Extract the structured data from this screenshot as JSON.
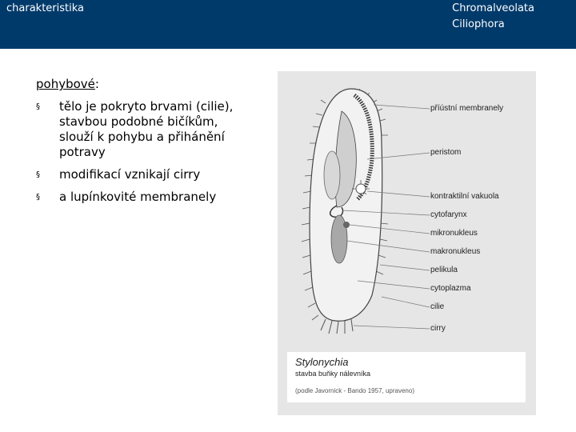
{
  "header": {
    "left_title": "charakteristika",
    "right_line1": "Chromalveolata",
    "right_line2": "Ciliophora"
  },
  "section": {
    "title_underlined": "pohybové",
    "title_suffix": ":",
    "bullet_glyph": "§",
    "bullets": [
      "tělo je pokryto brvami (cilie), stavbou podobné bičíkům, slouží k pohybu a přihánění potravy",
      "modifikací vznikají cirry",
      "a lupínkovité membranely"
    ]
  },
  "figure": {
    "labels": [
      "příústní membranely",
      "peristom",
      "kontraktilní vakuola",
      "cytofarynx",
      "mikronukleus",
      "makronukleus",
      "pelikula",
      "cytoplazma",
      "cilie",
      "cirry"
    ],
    "caption_title": "Stylonychia",
    "caption_subtitle": "stavba buňky nálevníka",
    "caption_source": "(podle Javornick - Bando 1957, upraveno)"
  },
  "colors": {
    "header_bg": "#003a6b",
    "header_text": "#ffffff",
    "figure_bg": "#e6e6e6"
  }
}
